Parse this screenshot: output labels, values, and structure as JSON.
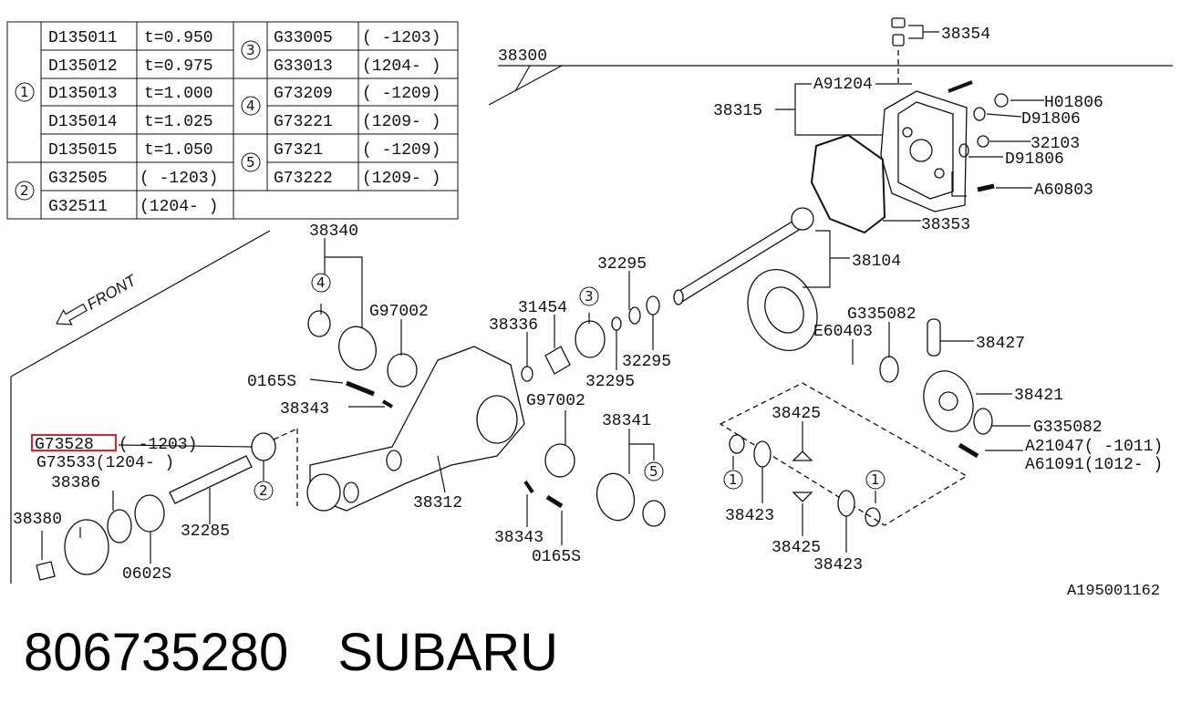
{
  "table": {
    "groups": [
      {
        "marker": "1",
        "rows": [
          {
            "part": "D135011",
            "spec": "t=0.950"
          },
          {
            "part": "D135012",
            "spec": "t=0.975"
          },
          {
            "part": "D135013",
            "spec": "t=1.000"
          },
          {
            "part": "D135014",
            "spec": "t=1.025"
          },
          {
            "part": "D135015",
            "spec": "t=1.050"
          }
        ]
      },
      {
        "marker": "2",
        "rows": [
          {
            "part": "G32505",
            "spec": "( -1203)"
          },
          {
            "part": "G32511",
            "spec": "(1204- )"
          }
        ]
      },
      {
        "marker": "3",
        "rows": [
          {
            "part": "G33005",
            "spec": "( -1203)"
          },
          {
            "part": "G33013",
            "spec": "(1204- )"
          }
        ]
      },
      {
        "marker": "4",
        "rows": [
          {
            "part": "G73209",
            "spec": "( -1209)"
          },
          {
            "part": "G73221",
            "spec": "(1209- )"
          }
        ]
      },
      {
        "marker": "5",
        "rows": [
          {
            "part": "G7321",
            "spec": "( -1209)"
          },
          {
            "part": "G73222",
            "spec": "(1209- )"
          }
        ]
      }
    ]
  },
  "labels": {
    "p38354": "38354",
    "p38300": "38300",
    "pA91204": "A91204",
    "p38315": "38315",
    "pH01806": "H01806",
    "pD91806a": "D91806",
    "p32103": "32103",
    "pD91806b": "D91806",
    "pA60803": "A60803",
    "p38353": "38353",
    "p38340": "38340",
    "p38104": "38104",
    "p32295a": "32295",
    "p31454": "31454",
    "p38336": "38336",
    "pG97002a": "G97002",
    "p32295b": "32295",
    "p32295c": "32295",
    "pG335082a": "G335082",
    "pE60403": "E60403",
    "p38427": "38427",
    "p0165Sa": "0165S",
    "p38343a": "38343",
    "pG97002b": "G97002",
    "p38421": "38421",
    "p38341": "38341",
    "p38425a": "38425",
    "pG335082b": "G335082",
    "pG73528": "G73528",
    "pG73528_range": "( -1203)",
    "pA21047": "A21047( -1011)",
    "pG73533": "G73533(1204- )",
    "pA61091": "A61091(1012- )",
    "p38386": "38386",
    "p38312": "38312",
    "p38380": "38380",
    "p32285": "32285",
    "p38343b": "38343",
    "p38423a": "38423",
    "p38425b": "38425",
    "p0602S": "0602S",
    "p0165Sb": "0165S",
    "p38423b": "38423",
    "front": "FRONT",
    "diagram_code": "A195001162"
  },
  "markers": {
    "m4a": "4",
    "m3": "3",
    "m1a": "1",
    "m1b": "1",
    "m2": "2",
    "m5": "5"
  },
  "caption": {
    "part_number": "806735280",
    "brand": "SUBARU"
  },
  "colors": {
    "highlight": "#e0202a",
    "ink": "#111111"
  }
}
